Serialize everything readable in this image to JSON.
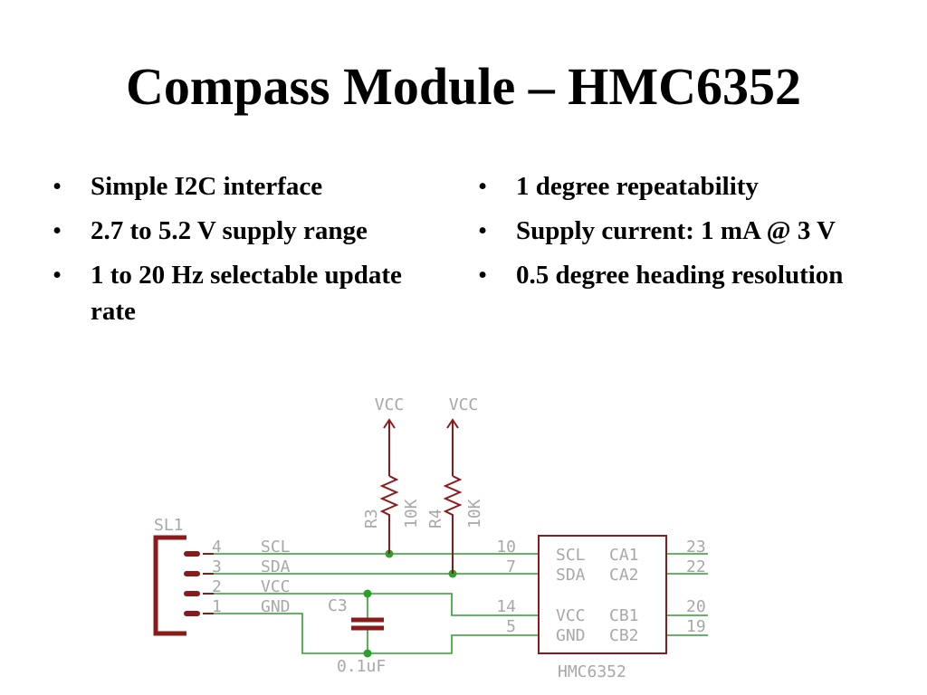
{
  "title": "Compass Module – HMC6352",
  "bullets_left": [
    "Simple I2C interface",
    "2.7 to 5.2 V supply range",
    "1 to 20 Hz selectable update rate"
  ],
  "bullets_right": [
    "1 degree repeatability",
    "Supply current: 1 mA @ 3 V",
    "0.5 degree heading resolution"
  ],
  "bullet_char": "•",
  "colors": {
    "component": "#8b1a1a",
    "wire": "#2e9e2e",
    "label": "#a8a8a8"
  },
  "schematic": {
    "vcc_left": "VCC",
    "vcc_right": "VCC",
    "r3_name": "R3",
    "r3_value": "10K",
    "r4_name": "R4",
    "r4_value": "10K",
    "connector_name": "SL1",
    "pins": [
      {
        "num": "4",
        "net": "SCL"
      },
      {
        "num": "3",
        "net": "SDA"
      },
      {
        "num": "2",
        "net": "VCC"
      },
      {
        "num": "1",
        "net": "GND"
      }
    ],
    "cap_name": "C3",
    "cap_value": "0.1uF",
    "ic": {
      "name": "HMC6352",
      "left_pin_numbers": [
        "10",
        "7",
        "14",
        "5"
      ],
      "left_pin_names": [
        "SCL",
        "SDA",
        "VCC",
        "GND"
      ],
      "right_pin_names": [
        "CA1",
        "CA2",
        "CB1",
        "CB2"
      ],
      "right_pin_numbers": [
        "23",
        "22",
        "20",
        "19"
      ]
    }
  }
}
